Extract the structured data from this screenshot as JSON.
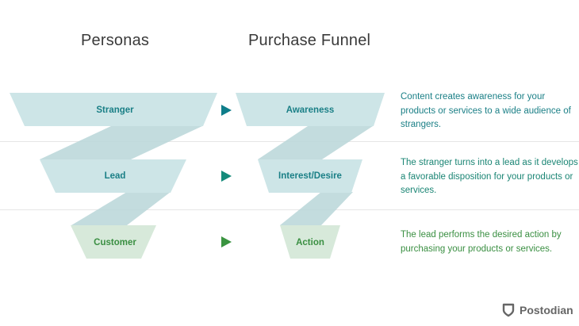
{
  "headings": {
    "personas": "Personas",
    "funnel": "Purchase Funnel"
  },
  "colors": {
    "teal": "#0e7d8a",
    "teal_text": "#1a7f86",
    "green": "#3a9440",
    "green_text": "#3a8f42",
    "teal_fill": "#cde5e7",
    "green_fill": "#d7e9da"
  },
  "rows": [
    {
      "persona": "Stranger",
      "stage": "Awareness",
      "description": "Content creates awareness for your products or services to a wide audience of strangers."
    },
    {
      "persona": "Lead",
      "stage": "Interest/Desire",
      "description": "The stranger turns into a lead as it develops a favorable disposition for your products or services."
    },
    {
      "persona": "Customer",
      "stage": "Action",
      "description": "The lead performs the desired action by purchasing your products or services."
    }
  ],
  "brand": {
    "name": "Postodian",
    "icon": "shield-icon"
  }
}
